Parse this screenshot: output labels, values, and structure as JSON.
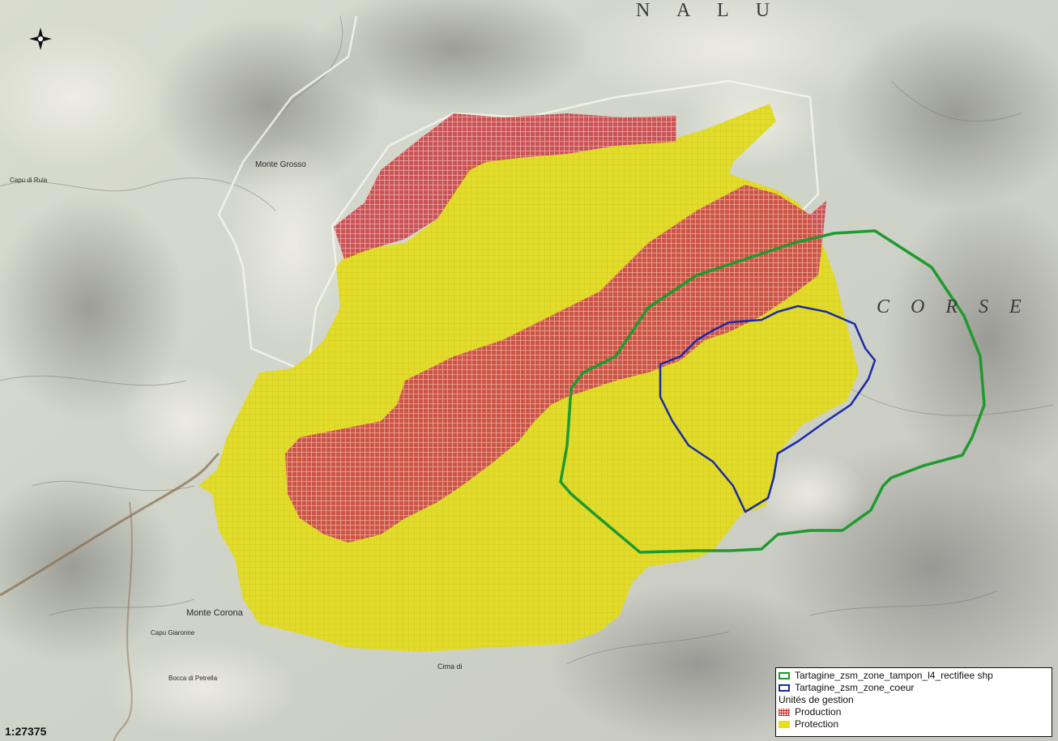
{
  "map": {
    "scale_label": "1:27375",
    "place_labels": {
      "nalu": "N A L U",
      "corse": "C O R S E",
      "monte_grosso": "Monte Grosso",
      "monte_corona": "Monte Corona",
      "capu_giaronne": "Capu Giaronne",
      "cima_di": "Cima di",
      "bocca_di_petrella": "Bocca di Petrella",
      "capu_di_ruia": "Capu di Ruia"
    },
    "colors": {
      "production": "#d03030",
      "protection": "#e6e018",
      "buffer_zone": "#1a9a2a",
      "core_zone": "#1a2a9a"
    }
  },
  "legend": {
    "items": [
      {
        "label": "Tartagine_zsm_zone_tampon_l4_rectifiee shp",
        "symbol": "green-outline"
      },
      {
        "label": "Tartagine_zsm_zone_coeur",
        "symbol": "blue-outline"
      }
    ],
    "group_title": "Unités de gestion",
    "group_items": [
      {
        "label": "Production",
        "symbol": "red-hatch"
      },
      {
        "label": "Protection",
        "symbol": "yellow-fill"
      }
    ]
  }
}
